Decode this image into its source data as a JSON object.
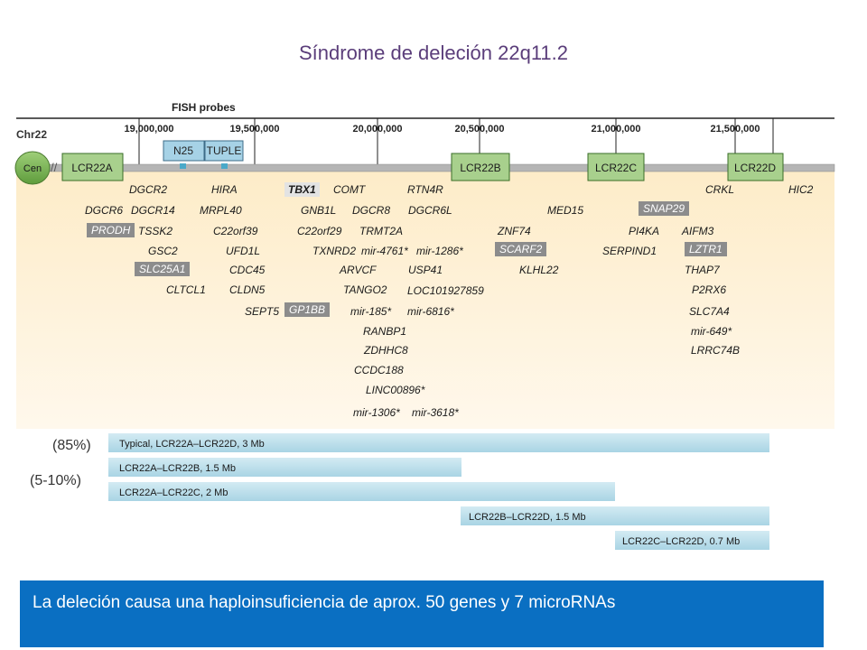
{
  "title": "Síndrome de deleción 22q11.2",
  "chromosome": "Chr22",
  "centromere_label": "Cen",
  "fish": {
    "heading": "FISH probes",
    "probes": [
      "N25",
      "TUPLE"
    ]
  },
  "positions": [
    "19,000,000",
    "19,500,000",
    "20,000,000",
    "20,500,000",
    "21,000,000",
    "21,500,000"
  ],
  "lcr_blocks": [
    "LCR22A",
    "LCR22B",
    "LCR22C",
    "LCR22D"
  ],
  "genes": [
    {
      "name": "DGCR2"
    },
    {
      "name": "HIRA"
    },
    {
      "name": "TBX1"
    },
    {
      "name": "COMT"
    },
    {
      "name": "RTN4R"
    },
    {
      "name": "CRKL"
    },
    {
      "name": "HIC2"
    },
    {
      "name": "DGCR6"
    },
    {
      "name": "DGCR14"
    },
    {
      "name": "MRPL40"
    },
    {
      "name": "GNB1L"
    },
    {
      "name": "DGCR8"
    },
    {
      "name": "DGCR6L"
    },
    {
      "name": "MED15"
    },
    {
      "name": "SNAP29"
    },
    {
      "name": "PRODH"
    },
    {
      "name": "TSSK2"
    },
    {
      "name": "C22orf39"
    },
    {
      "name": "C22orf29"
    },
    {
      "name": "TRMT2A"
    },
    {
      "name": "ZNF74"
    },
    {
      "name": "PI4KA"
    },
    {
      "name": "AIFM3"
    },
    {
      "name": "GSC2"
    },
    {
      "name": "UFD1L"
    },
    {
      "name": "TXNRD2"
    },
    {
      "name": "mir-4761*"
    },
    {
      "name": "mir-1286*"
    },
    {
      "name": "SCARF2"
    },
    {
      "name": "SERPIND1"
    },
    {
      "name": "LZTR1"
    },
    {
      "name": "SLC25A1"
    },
    {
      "name": "CDC45"
    },
    {
      "name": "ARVCF"
    },
    {
      "name": "USP41"
    },
    {
      "name": "KLHL22"
    },
    {
      "name": "THAP7"
    },
    {
      "name": "CLTCL1"
    },
    {
      "name": "CLDN5"
    },
    {
      "name": "TANGO2"
    },
    {
      "name": "LOC101927859"
    },
    {
      "name": "P2RX6"
    },
    {
      "name": "SEPT5"
    },
    {
      "name": "GP1BB"
    },
    {
      "name": "mir-185*"
    },
    {
      "name": "mir-6816*"
    },
    {
      "name": "SLC7A4"
    },
    {
      "name": "RANBP1"
    },
    {
      "name": "mir-649*"
    },
    {
      "name": "ZDHHC8"
    },
    {
      "name": "LRRC74B"
    },
    {
      "name": "CCDC188"
    },
    {
      "name": "LINC00896*"
    },
    {
      "name": "mir-1306*"
    },
    {
      "name": "mir-3618*"
    }
  ],
  "deletions": [
    {
      "label": "Typical, LCR22A–LCR22D, 3 Mb"
    },
    {
      "label": "LCR22A–LCR22B, 1.5 Mb"
    },
    {
      "label": "LCR22A–LCR22C, 2 Mb"
    },
    {
      "label": "LCR22B–LCR22D, 1.5 Mb"
    },
    {
      "label": "LCR22C–LCR22D, 0.7 Mb"
    }
  ],
  "percentages": [
    "(85%)",
    "(5-10%)"
  ],
  "summary": "La deleción causa una haploinsuficiencia de aprox. 50 genes y 7 microRNAs",
  "colors": {
    "title": "#5a3d7a",
    "gene_area": "#fdf0d8",
    "lcr_fill": "#a8d08d",
    "deletion_bar": "#bfe0ec",
    "summary_bg": "#0a6fc2"
  }
}
